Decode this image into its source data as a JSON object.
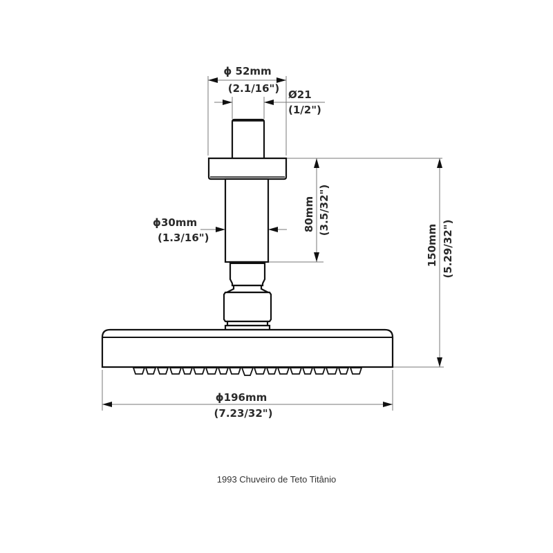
{
  "diagram": {
    "title": "1993 Chuveiro de Teto Titânio",
    "colors": {
      "line": "#111111",
      "dimension_line": "#777777",
      "text": "#2a2a2a",
      "background": "#ffffff"
    },
    "dimensions": {
      "flange_diameter": {
        "metric": "ϕ 52mm",
        "imperial": "(2.1/16\")"
      },
      "thread_diameter": {
        "metric": "Ø21",
        "imperial": "(1/2\")"
      },
      "tube_diameter": {
        "metric": "ϕ30mm",
        "imperial": "(1.3/16\")"
      },
      "tube_length": {
        "metric": "80mm",
        "imperial": "(3.5/32\")"
      },
      "total_height": {
        "metric": "150mm",
        "imperial": "(5.29/32\")"
      },
      "head_diameter": {
        "metric": "ϕ196mm",
        "imperial": "(7.23/32\")"
      }
    },
    "parts": [
      "thread-nipple",
      "ceiling-flange",
      "arm-tube",
      "connector-nut",
      "swivel-joint",
      "shower-head",
      "nozzles"
    ]
  }
}
